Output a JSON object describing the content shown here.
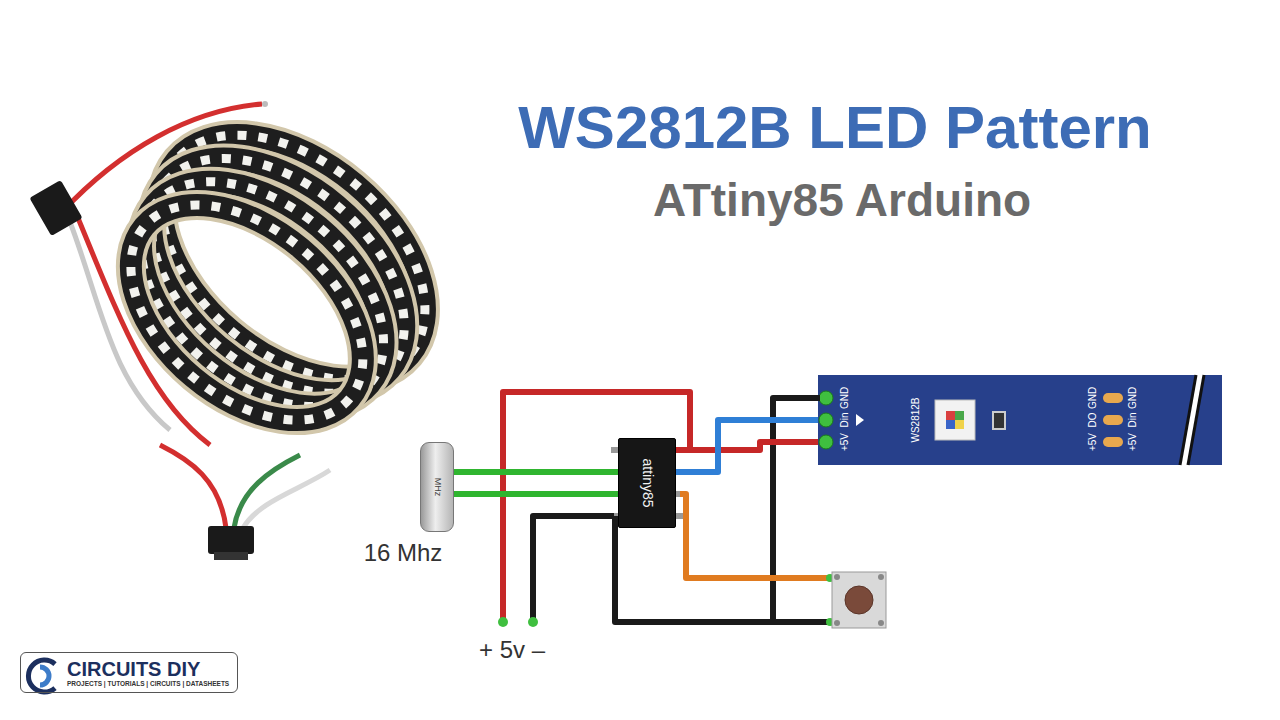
{
  "diagram": {
    "title": "WS2812B LED Pattern",
    "nodes": [
      {
        "text": [
          "MHz",
          "16 Mhz"
        ]
      },
      {
        "text": [
          "attiny85"
        ]
      },
      {
        "text": [
          "WS2812B"
        ]
      },
      {
        "text": [
          "CIRCUITS DIY",
          "PROJECTS | TUTORIALS | CIRCUITS | DATASHEETS"
        ]
      }
    ],
    "edges": [
      {
        "from": 0,
        "to": 1,
        "arrow": "none"
      },
      {
        "from": 0,
        "to": 1,
        "arrow": "none"
      },
      {
        "from": 1,
        "to": 2,
        "arrow": "none"
      },
      {
        "from": 1,
        "to": 2,
        "arrow": "none"
      }
    ],
    "labels": [
      "ATtiny85 Arduino",
      "+ 5v –",
      "GND",
      "Din",
      "+5V",
      "GND",
      "DO",
      "+5V",
      "GND",
      "Din",
      "+5V"
    ]
  }
}
